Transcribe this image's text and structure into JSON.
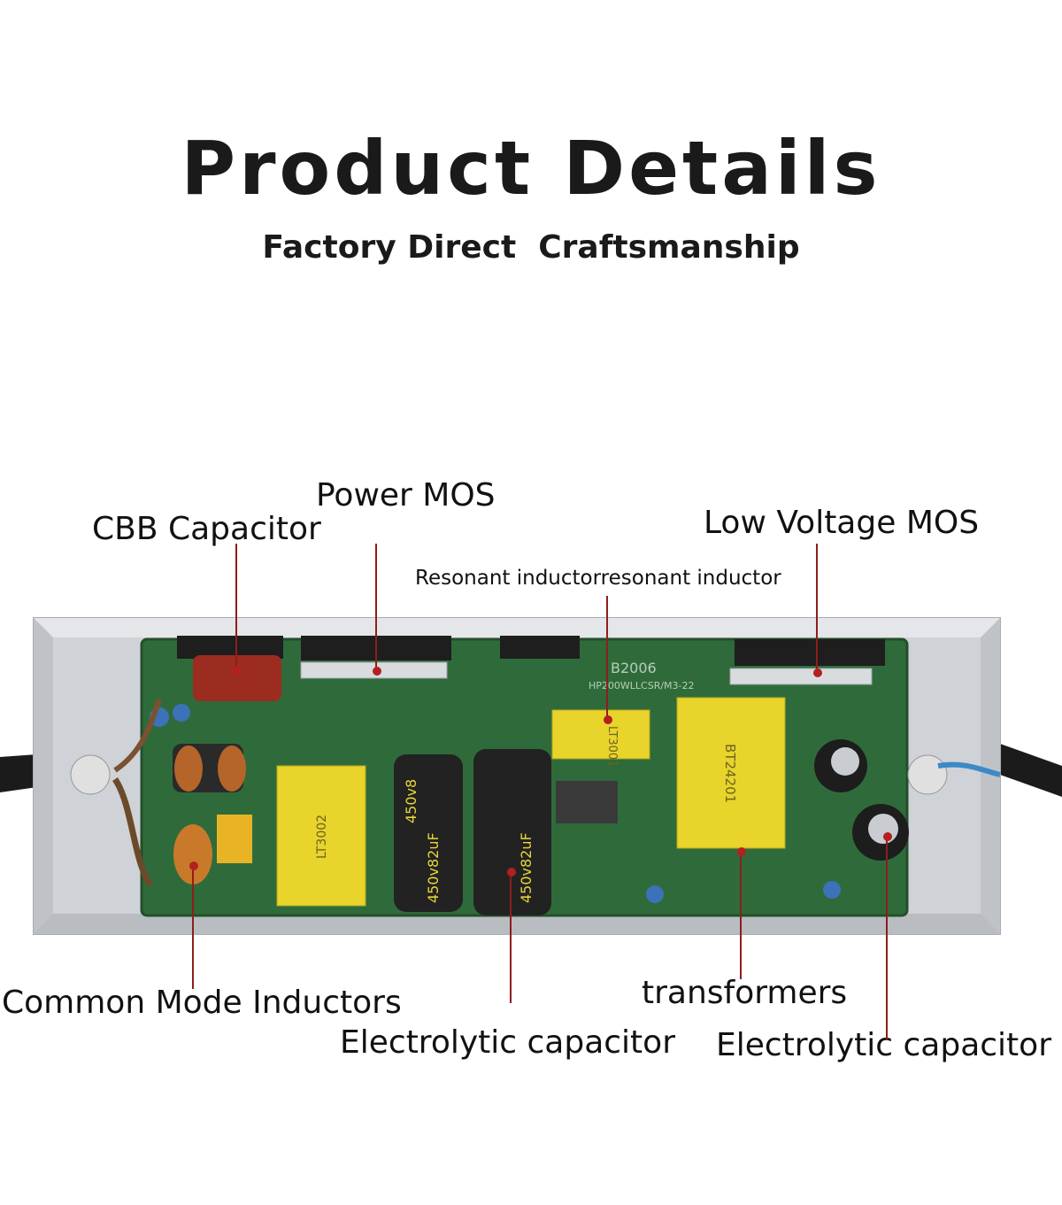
{
  "header": {
    "title": "Product Details",
    "subtitle": "Factory Direct  Craftsmanship"
  },
  "labels": {
    "cbb_capacitor": "CBB Capacitor",
    "power_mos": "Power MOS",
    "low_voltage_mos": "Low Voltage MOS",
    "resonant_inductor": "Resonant inductorresonant inductor",
    "common_mode_inductors": "Common Mode Inductors",
    "electrolytic_capacitor_left": "Electrolytic capacitor",
    "transformers": "transformers",
    "electrolytic_capacitor_right": "Electrolytic capacitor"
  },
  "board": {
    "pcb_id": "B2006",
    "pcb_model": "HP200WLLCSR/M3-22",
    "choke_left": "LT3002",
    "resonant_part": "LT3001",
    "transformer_part": "BT24201",
    "cap_rating": "450v82uF",
    "cap_rating_short": "450v8"
  },
  "colors": {
    "leader_line": "#8f1d1d",
    "pcb_green": "#2f6b3a",
    "transformer_yellow": "#e8d42a",
    "housing_silver": "#cfd2d6"
  }
}
